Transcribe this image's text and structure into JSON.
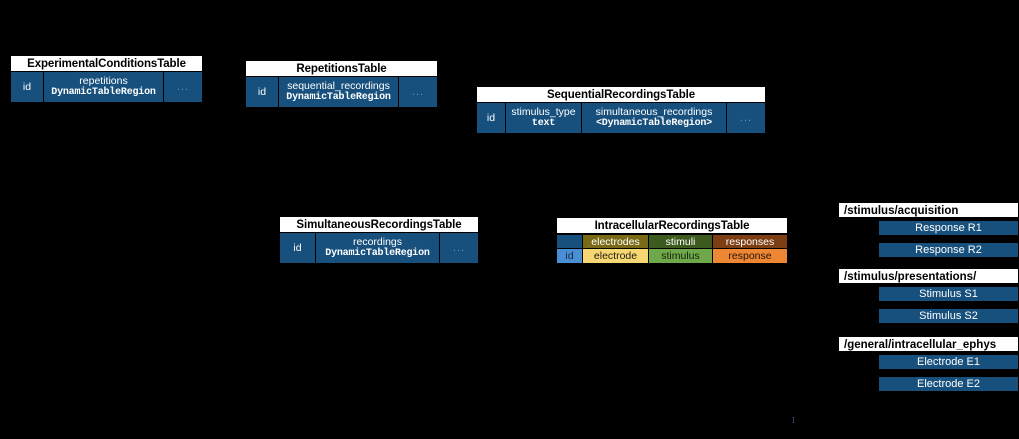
{
  "figure": {
    "background": "#000000",
    "accent_blue": "#17507d",
    "page_number": "1"
  },
  "tables": [
    {
      "name": "experimental-conditions-table",
      "title": "ExperimentalConditionsTable",
      "columns": [
        {
          "name": "id",
          "label": "id",
          "type": ""
        },
        {
          "name": "repetitions",
          "label": "repetitions",
          "type": "DynamicTableRegion"
        },
        {
          "name": "ellipsis",
          "label": "...",
          "type": ""
        }
      ]
    },
    {
      "name": "repetitions-table",
      "title": "RepetitionsTable",
      "columns": [
        {
          "name": "id",
          "label": "id",
          "type": ""
        },
        {
          "name": "sequential_recordings",
          "label": "sequential_recordings",
          "type": "DynamicTableRegion"
        },
        {
          "name": "ellipsis",
          "label": "...",
          "type": ""
        }
      ]
    },
    {
      "name": "sequential-recordings-table",
      "title": "SequentialRecordingsTable",
      "columns": [
        {
          "name": "id",
          "label": "id",
          "type": ""
        },
        {
          "name": "stimulus_type",
          "label": "stimulus_type",
          "type": "text"
        },
        {
          "name": "simultaneous_recordings",
          "label": "simultaneous_recordings",
          "type": "<DynamicTableRegion>"
        },
        {
          "name": "ellipsis",
          "label": "...",
          "type": ""
        }
      ]
    },
    {
      "name": "simultaneous-recordings-table",
      "title": "SimultaneousRecordingsTable",
      "columns": [
        {
          "name": "id",
          "label": "id",
          "type": ""
        },
        {
          "name": "recordings",
          "label": "recordings",
          "type": "DynamicTableRegion"
        },
        {
          "name": "ellipsis",
          "label": "...",
          "type": ""
        }
      ]
    }
  ],
  "intracellular_recordings_table": {
    "title": "IntracellularRecordingsTable",
    "id_column": {
      "label": "id",
      "header_color": "#17507d",
      "cell_color": "#4a8fd4",
      "cell_text_color": "#0b2a49"
    },
    "groups": [
      {
        "name": "electrodes",
        "group_label": "electrodes",
        "column_label": "electrode",
        "group_color": "#7a6a18",
        "column_color": "#f7d774",
        "group_text_color": "#ffffff",
        "column_text_color": "#1d1d0c"
      },
      {
        "name": "stimuli",
        "group_label": "stimuli",
        "column_label": "stimulus",
        "group_color": "#3d5a1f",
        "column_color": "#6fa84a",
        "group_text_color": "#ffffff",
        "column_text_color": "#14240a"
      },
      {
        "name": "responses",
        "group_label": "responses",
        "column_label": "response",
        "group_color": "#7c3e12",
        "column_color": "#ed8733",
        "group_text_color": "#ffffff",
        "column_text_color": "#2a1405"
      }
    ]
  },
  "path_groups": [
    {
      "name": "stimulus-acquisition",
      "path": "/stimulus/acquisition",
      "objects": [
        "Response R1",
        "Response R2"
      ]
    },
    {
      "name": "stimulus-presentations",
      "path": "/stimulus/presentations/",
      "objects": [
        "Stimulus S1",
        "Stimulus S2"
      ]
    },
    {
      "name": "general-intracellular-ephys",
      "path": "/general/intracellular_ephys",
      "objects": [
        "Electrode E1",
        "Electrode E2"
      ]
    }
  ]
}
